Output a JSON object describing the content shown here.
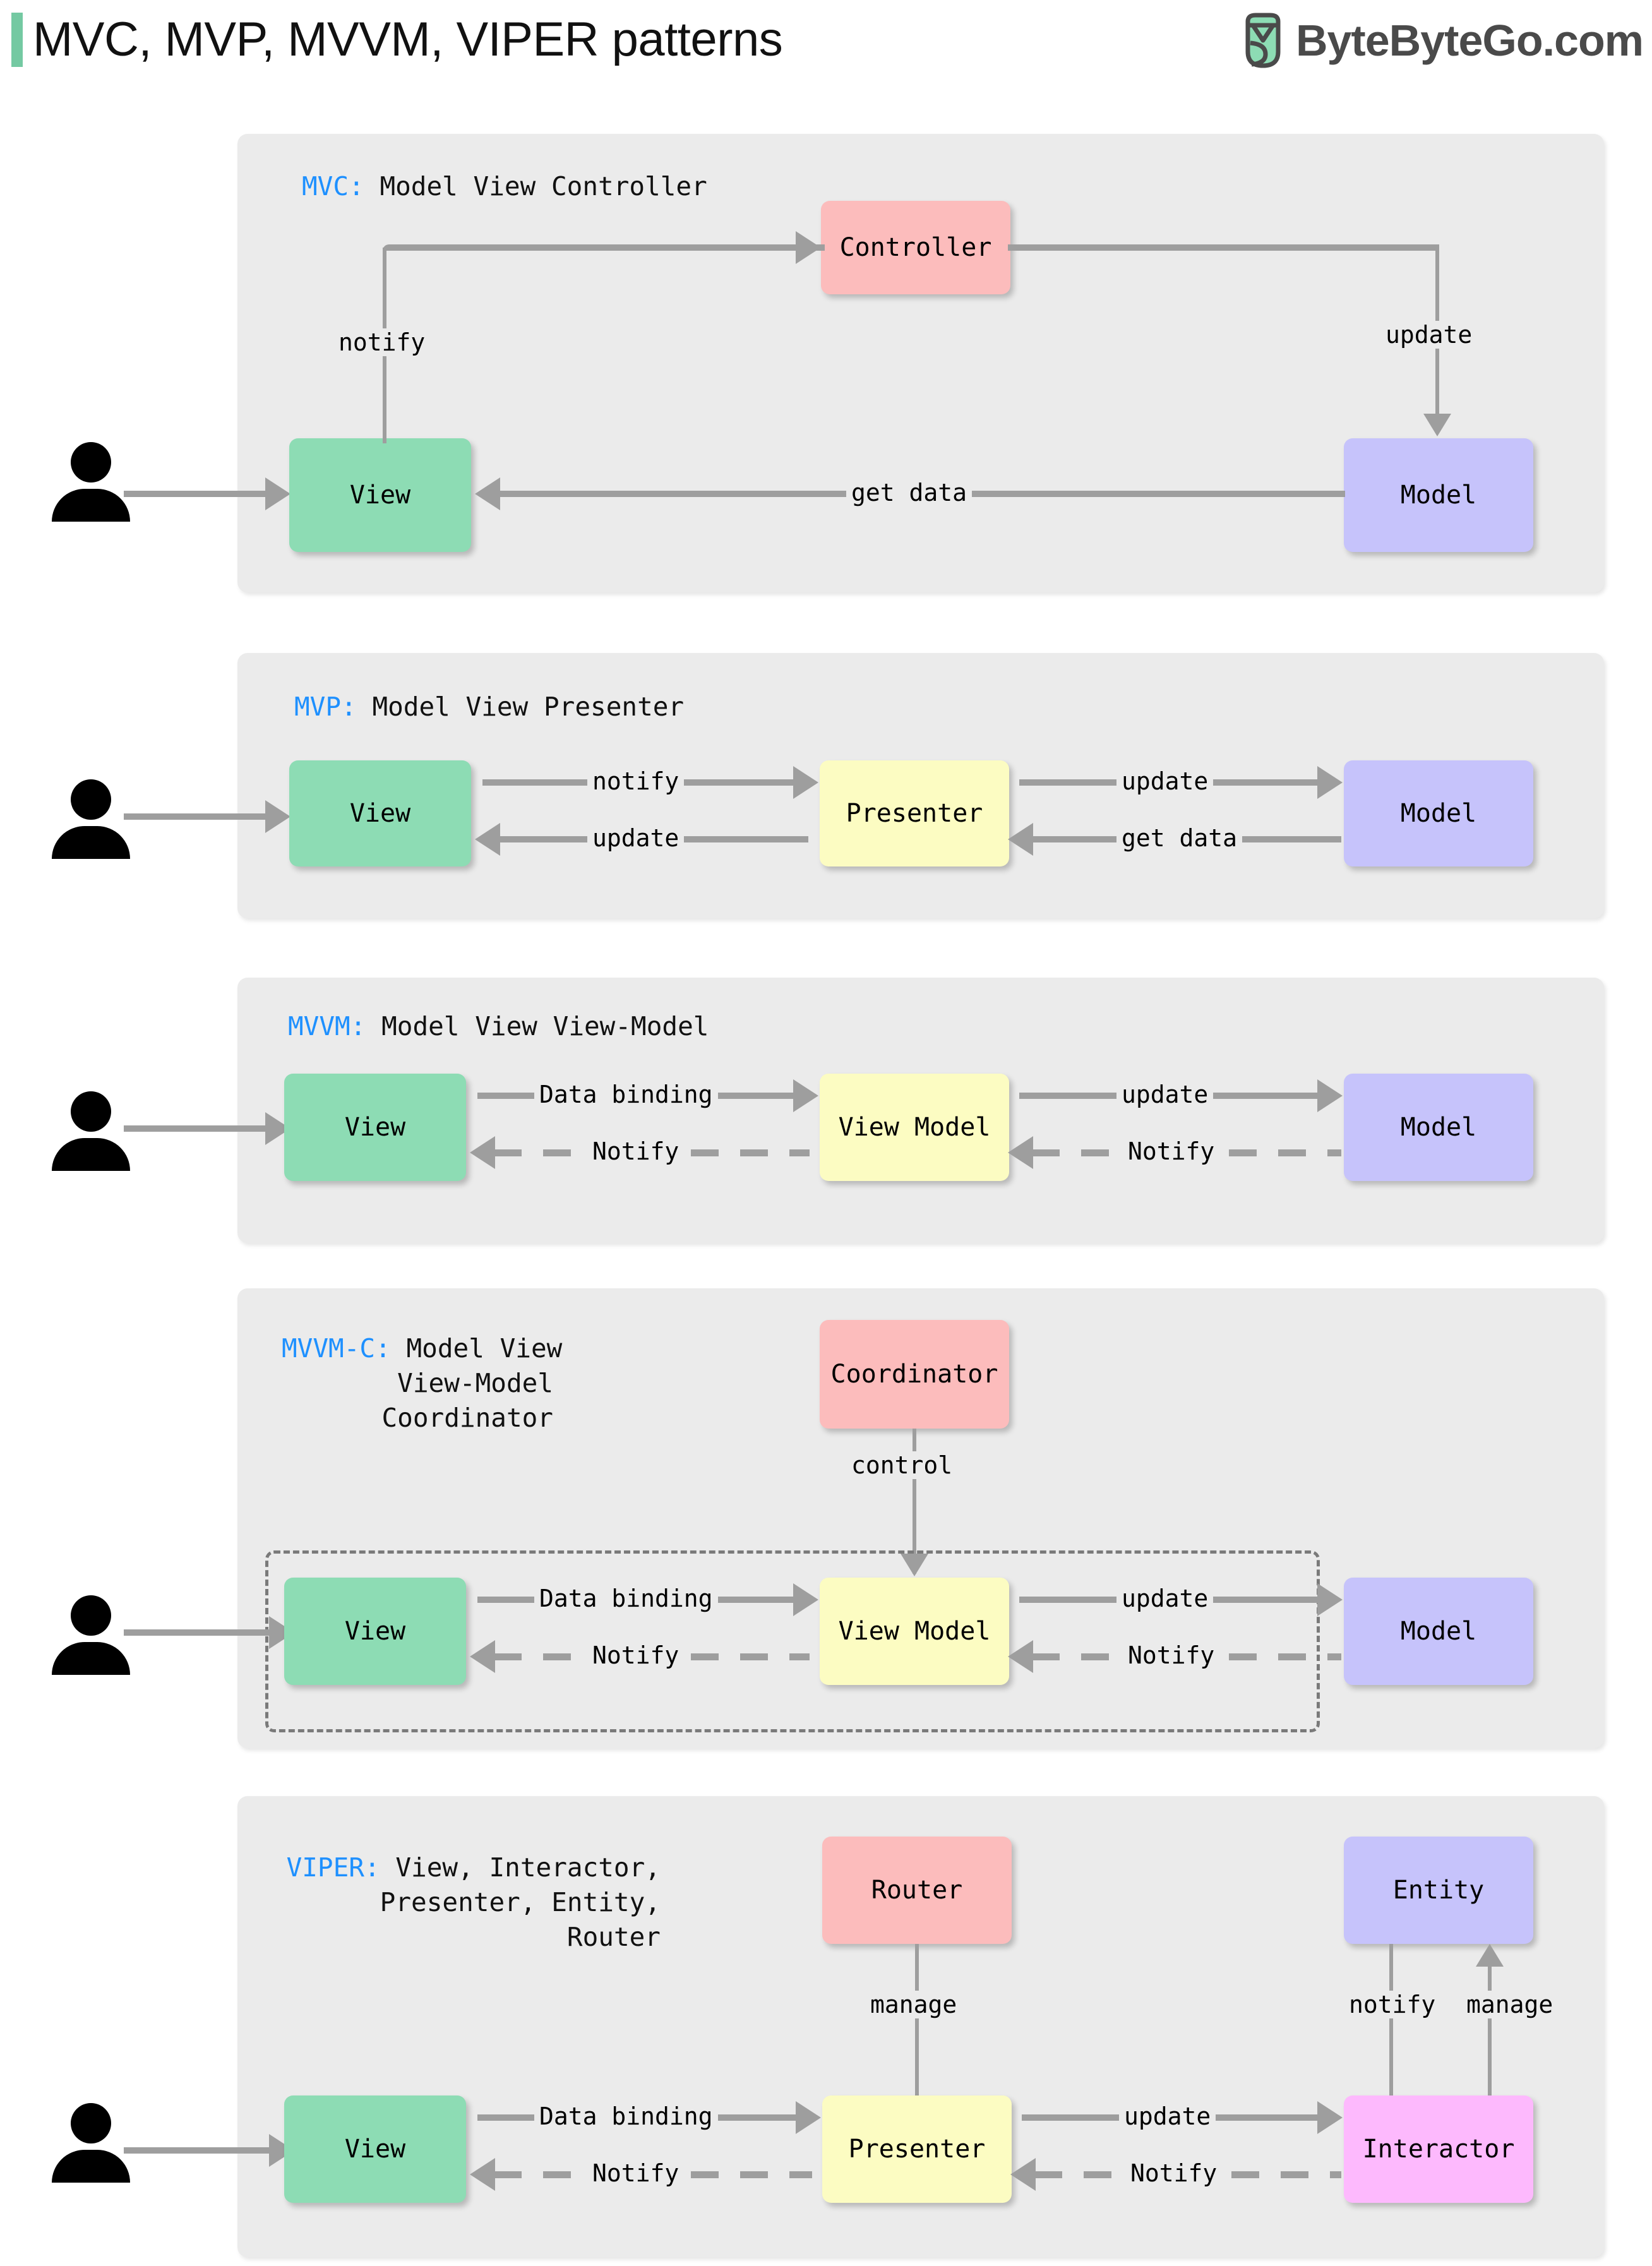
{
  "header": {
    "title": "MVC, MVP, MVVM, VIPER patterns",
    "brand": "ByteByteGo.com",
    "accent_color": "#74c9a2",
    "logo_icon": "bytebytego-logo-icon"
  },
  "colors": {
    "panel_bg": "#ebebeb",
    "view": "#8ddcb4",
    "model": "#c6c3fb",
    "controller": "#fcbcbc",
    "presenter": "#fcfcc2",
    "interactor": "#fdb9fd",
    "edge": "#9e9e9e",
    "tag_blue": "#1e90ff"
  },
  "sections": [
    {
      "id": "mvc",
      "tag": "MVC:",
      "title_lines": [
        "Model View Controller"
      ],
      "nodes": {
        "view": "View",
        "controller": "Controller",
        "model": "Model"
      },
      "edges": {
        "notify": "notify",
        "update": "update",
        "get_data": "get data"
      }
    },
    {
      "id": "mvp",
      "tag": "MVP:",
      "title_lines": [
        "Model View Presenter"
      ],
      "nodes": {
        "view": "View",
        "presenter": "Presenter",
        "model": "Model"
      },
      "edges": {
        "notify": "notify",
        "update_left": "update",
        "update_right": "update",
        "get_data": "get data"
      }
    },
    {
      "id": "mvvm",
      "tag": "MVVM:",
      "title_lines": [
        "Model View View-Model"
      ],
      "nodes": {
        "view": "View",
        "view_model": "View Model",
        "model": "Model"
      },
      "edges": {
        "data_binding": "Data binding",
        "notify_left": "Notify",
        "update": "update",
        "notify_right": "Notify"
      }
    },
    {
      "id": "mvvm-c",
      "tag": "MVVM-C:",
      "title_lines": [
        "Model View",
        "View-Model",
        "Coordinator"
      ],
      "nodes": {
        "coordinator": "Coordinator",
        "view": "View",
        "view_model": "View Model",
        "model": "Model"
      },
      "edges": {
        "control": "control",
        "data_binding": "Data binding",
        "notify_left": "Notify",
        "update": "update",
        "notify_right": "Notify"
      }
    },
    {
      "id": "viper",
      "tag": "VIPER:",
      "title_lines": [
        "View, Interactor,",
        "Presenter, Entity,",
        "Router"
      ],
      "nodes": {
        "router": "Router",
        "entity": "Entity",
        "view": "View",
        "presenter": "Presenter",
        "interactor": "Interactor"
      },
      "edges": {
        "manage_router": "manage",
        "data_binding": "Data binding",
        "notify_left": "Notify",
        "update": "update",
        "notify_right": "Notify",
        "notify_entity": "notify",
        "manage_entity": "manage"
      }
    }
  ]
}
